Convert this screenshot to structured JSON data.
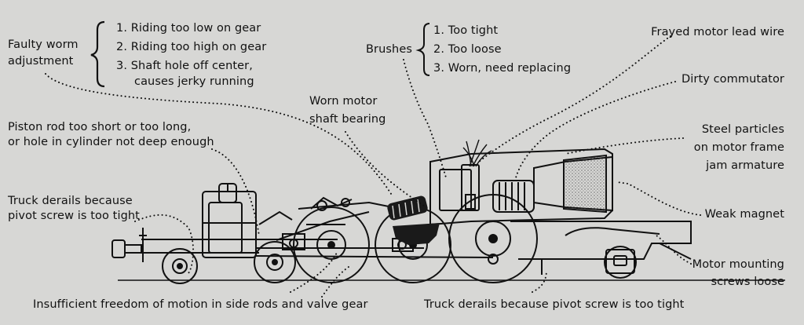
{
  "worm": {
    "title_line1": "Faulty worm",
    "title_line2": "adjustment",
    "items": [
      "1. Riding too low on gear",
      "2. Riding too high on gear",
      "3. Shaft hole off center,",
      "causes jerky running"
    ]
  },
  "brushes": {
    "title": "Brushes",
    "items": [
      "1. Too tight",
      "2. Too loose",
      "3. Worn, need replacing"
    ]
  },
  "labels": {
    "frayed": "Frayed motor lead wire",
    "commutator": "Dirty commutator",
    "steel_1": "Steel particles",
    "steel_2": "on motor frame",
    "steel_3": "jam armature",
    "magnet": "Weak magnet",
    "mounting_1": "Motor mounting",
    "mounting_2": "screws loose",
    "bearing_1": "Worn motor",
    "bearing_2": "shaft bearing",
    "piston_1": "Piston rod too short or too long,",
    "piston_2": "or hole in cylinder not deep enough",
    "truck_front_1": "Truck derails because",
    "truck_front_2": "pivot screw is too tight",
    "side_rods": "Insufficient freedom of motion in side rods and valve gear",
    "truck_rear": "Truck derails because pivot screw is too tight"
  },
  "colors": {
    "background": "#d7d7d5",
    "ink": "#111111",
    "gear": "#1a1a1a"
  }
}
